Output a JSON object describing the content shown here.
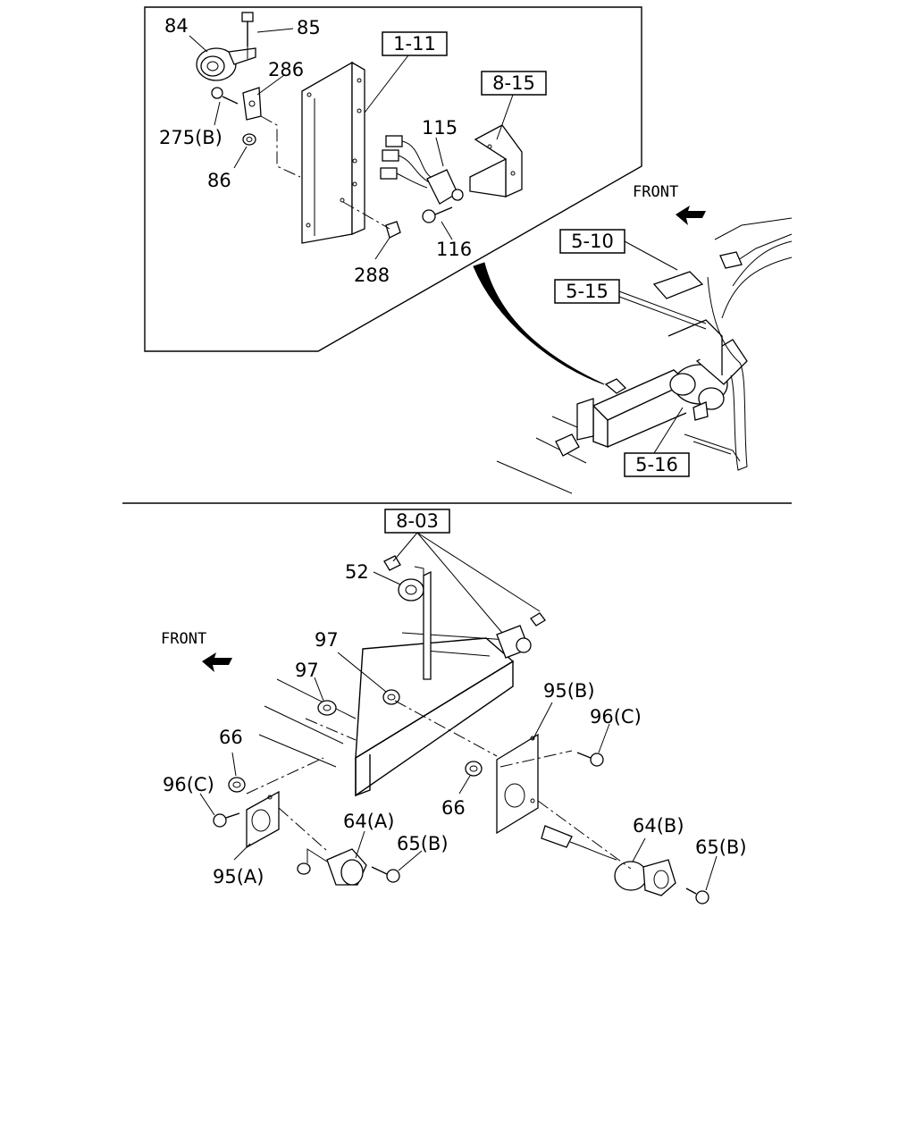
{
  "upper_view": {
    "parts": [
      "84",
      "85",
      "286",
      "275(B)",
      "86",
      "115",
      "116",
      "288"
    ],
    "refs": [
      "1-11",
      "8-15",
      "5-10",
      "5-15",
      "5-16"
    ],
    "front_label": "FRONT"
  },
  "lower_view": {
    "parts": [
      "52",
      "97",
      "97",
      "66",
      "96(C)",
      "95(A)",
      "64(A)",
      "65(B)",
      "95(B)",
      "96(C)",
      "66",
      "64(B)",
      "65(B)"
    ],
    "refs": [
      "8-03"
    ],
    "front_label": "FRONT"
  }
}
